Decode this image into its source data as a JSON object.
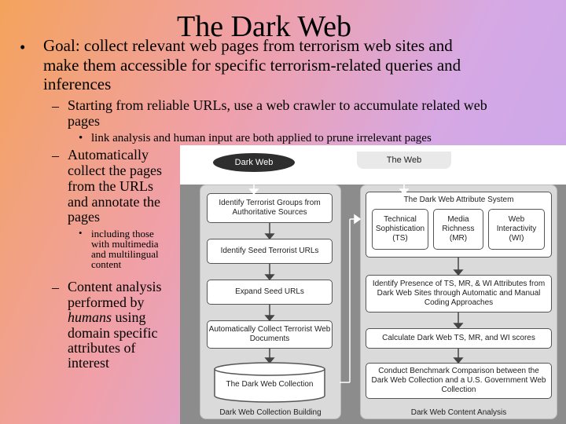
{
  "slide": {
    "title": "The Dark Web",
    "bullets": {
      "goal_line1": "Goal:  collect relevant web pages from terrorism web sites and",
      "goal_line2": "make them accessible for specific terrorism-related queries and",
      "goal_line3": "inferences",
      "sub1_line1": "Starting from reliable URLs, use a web crawler to accumulate related web",
      "sub1_line2": "pages",
      "sub1_note": "link analysis and human input are both applied to prune irrelevant pages",
      "sub2_lines": [
        "Automatically",
        "collect the pages",
        "from the URLs",
        "and annotate the",
        "pages"
      ],
      "sub2_note_lines": [
        "including those",
        "with multimedia",
        "and multilingual",
        "content"
      ],
      "sub3_lines": [
        "performed by",
        "using",
        "domain specific",
        "attributes of",
        "interest"
      ],
      "sub3_first": "Content analysis",
      "sub3_humans": "humans"
    },
    "markers": {
      "bullet": "•",
      "dash": "–"
    }
  },
  "figure": {
    "cloud_label": "Dark Web",
    "web_label": "The Web",
    "left_steps": [
      "Identify Terrorist Groups from Authoritative Sources",
      "Identify Seed Terrorist URLs",
      "Expand Seed URLs",
      "Automatically Collect Terrorist Web Documents"
    ],
    "collection_label": "The Dark Web Collection",
    "left_caption": "Dark Web Collection Building",
    "attribute_system_title": "The Dark Web Attribute System",
    "attributes": [
      {
        "line1": "Technical",
        "line2": "Sophistication",
        "line3": "(TS)"
      },
      {
        "line1": "Media",
        "line2": "Richness",
        "line3": "(MR)"
      },
      {
        "line1": "Web",
        "line2": "Interactivity",
        "line3": "(WI)"
      }
    ],
    "right_steps": [
      "Identify Presence of TS, MR, & WI Attributes from Dark Web Sites through Automatic and Manual Coding Approaches",
      "Calculate Dark Web TS, MR, and WI scores",
      "Conduct Benchmark Comparison between the Dark Web Collection and a U.S. Government Web Collection"
    ],
    "right_caption": "Dark Web Content Analysis"
  }
}
